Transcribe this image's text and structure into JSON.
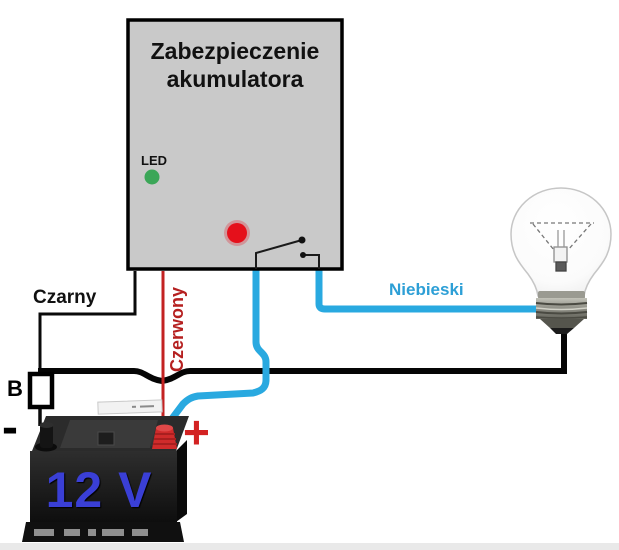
{
  "control_box": {
    "title_line1": "Zabezpieczenie",
    "title_line2": "akumulatora",
    "led_label": "LED"
  },
  "wire_labels": {
    "black": "Czarny",
    "red": "Czerwony",
    "blue": "Niebieski"
  },
  "battery": {
    "voltage": "12 V",
    "minus": "-",
    "plus": "+",
    "fuse_label": "B"
  },
  "icons": {
    "led_indicator": "green-led-dot",
    "power_button": "red-round-button",
    "relay_switch": "open-switch-symbol",
    "fuse": "inline-fuse-box",
    "bulb": "incandescent-light-bulb",
    "battery": "12v-car-battery"
  },
  "colors": {
    "box_fill": "#c9c9c9",
    "outline": "#000000",
    "wire_black": "#0a0a0a",
    "wire_red": "#c32222",
    "wire_blue": "#29a9e0",
    "label_red": "#b52020",
    "label_blue": "#2d9fd6",
    "led_green": "#3ba657",
    "button_red": "#e5101b",
    "voltage_blue": "#3a3fd6"
  }
}
